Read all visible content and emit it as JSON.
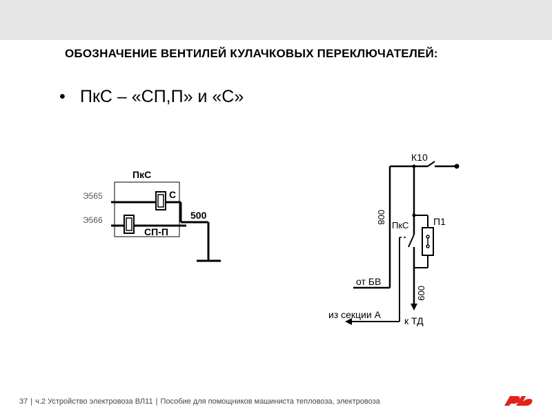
{
  "header": {
    "title": "ОБОЗНАЧЕНИЕ ВЕНТИЛЕЙ КУЛАЧКОВЫХ ПЕРЕКЛЮЧАТЕЛЕЙ:"
  },
  "bullet": {
    "text": "ПкС – «СП,П» и «С»"
  },
  "left_diagram": {
    "label_box": "ПкС",
    "label_e565": "Э565",
    "label_e566": "Э566",
    "label_c": "С",
    "label_spp": "СП-П",
    "label_500": "500"
  },
  "right_diagram": {
    "label_k10": "К10",
    "label_008": "008",
    "label_pkc": "ПкС",
    "label_p1": "П1",
    "label_ot_bv": "от БВ",
    "label_009": "009",
    "label_iz_sekcii": "из секции А",
    "label_k_td": "к ТД"
  },
  "footer": {
    "page_number": "37",
    "part": "ч.2 Устройство электровоза ВЛ11",
    "manual": "Пособие для помощников машиниста тепловоза, электровоза"
  },
  "colors": {
    "topbar": "#e6e6e6",
    "logo_red": "#e2231a",
    "line": "#000000"
  }
}
